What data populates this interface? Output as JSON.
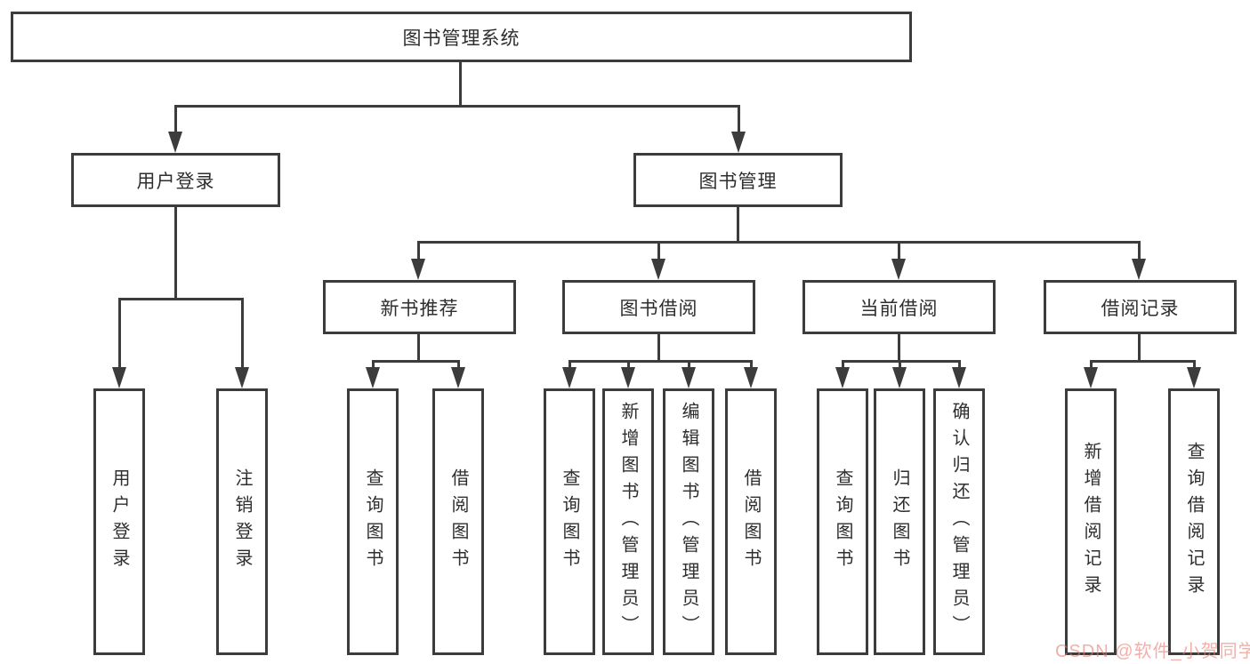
{
  "colors": {
    "stroke": "#3c3c3c",
    "node_text": "#2e2e2e",
    "watermark_text": "#EB786E",
    "background": "#ffffff"
  },
  "watermark": {
    "text": "CSDN @软件_小贺同学"
  },
  "tree": {
    "root": {
      "label": "图书管理系统",
      "children": [
        {
          "label": "用户登录",
          "children": [
            {
              "label": "用户登录"
            },
            {
              "label": "注销登录"
            }
          ]
        },
        {
          "label": "图书管理",
          "children": [
            {
              "label": "新书推荐",
              "children": [
                {
                  "label": "查询图书"
                },
                {
                  "label": "借阅图书"
                }
              ]
            },
            {
              "label": "图书借阅",
              "children": [
                {
                  "label": "查询图书"
                },
                {
                  "label": "新增图书（管理员）"
                },
                {
                  "label": "编辑图书（管理员）"
                },
                {
                  "label": "借阅图书"
                }
              ]
            },
            {
              "label": "当前借阅",
              "children": [
                {
                  "label": "查询图书"
                },
                {
                  "label": "归还图书"
                },
                {
                  "label": "确认归还（管理员）"
                }
              ]
            },
            {
              "label": "借阅记录",
              "children": [
                {
                  "label": "新增借阅记录"
                },
                {
                  "label": "查询借阅记录"
                }
              ]
            }
          ]
        }
      ]
    }
  }
}
